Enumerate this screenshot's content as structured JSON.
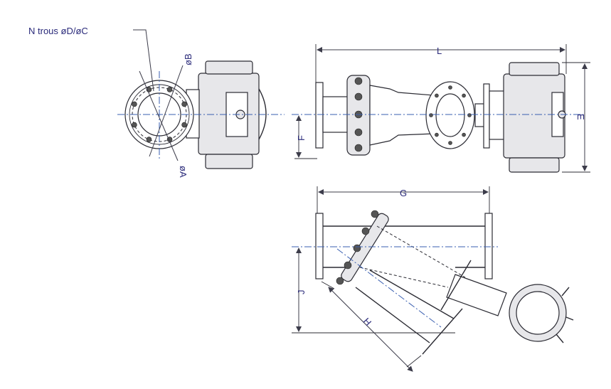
{
  "labels": {
    "holes": "N trous øD/øC",
    "diameter_b": "øB",
    "diameter_a": "øA",
    "L": "L",
    "E": "E",
    "F": "F",
    "G": "G",
    "J": "J",
    "H": "H"
  },
  "colors": {
    "line": "#2b2b33",
    "label": "#2a2a7a",
    "centerline": "#3a5fb0",
    "body_fill": "#e7e7ea"
  }
}
